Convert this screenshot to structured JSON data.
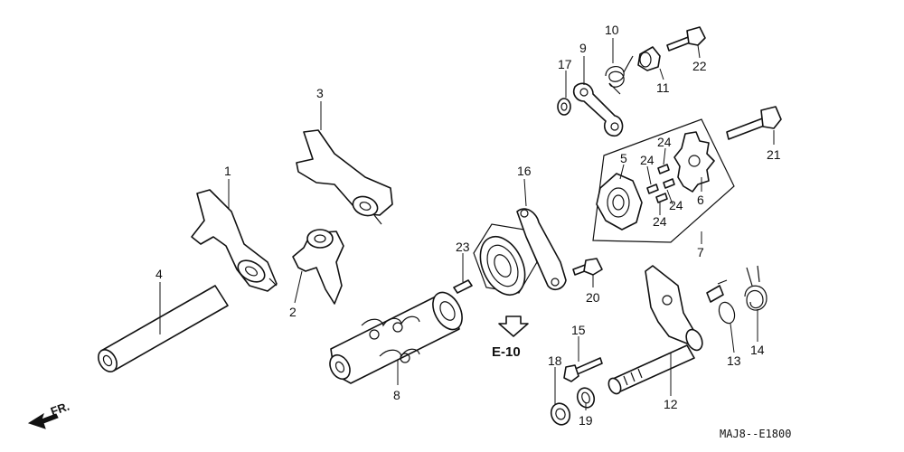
{
  "parts": [
    {
      "id": "part-1",
      "label": "1"
    },
    {
      "id": "part-2",
      "label": "2"
    },
    {
      "id": "part-3",
      "label": "3"
    },
    {
      "id": "part-4",
      "label": "4"
    },
    {
      "id": "part-5",
      "label": "5"
    },
    {
      "id": "part-6",
      "label": "6"
    },
    {
      "id": "part-7",
      "label": "7"
    },
    {
      "id": "part-8",
      "label": "8"
    },
    {
      "id": "part-9",
      "label": "9"
    },
    {
      "id": "part-10",
      "label": "10"
    },
    {
      "id": "part-11",
      "label": "11"
    },
    {
      "id": "part-12",
      "label": "12"
    },
    {
      "id": "part-13",
      "label": "13"
    },
    {
      "id": "part-14",
      "label": "14"
    },
    {
      "id": "part-15",
      "label": "15"
    },
    {
      "id": "part-16",
      "label": "16"
    },
    {
      "id": "part-17",
      "label": "17"
    },
    {
      "id": "part-18",
      "label": "18"
    },
    {
      "id": "part-19",
      "label": "19"
    },
    {
      "id": "part-20",
      "label": "20"
    },
    {
      "id": "part-21",
      "label": "21"
    },
    {
      "id": "part-22",
      "label": "22"
    },
    {
      "id": "part-23",
      "label": "23"
    },
    {
      "id": "part-24a",
      "label": "24"
    },
    {
      "id": "part-24b",
      "label": "24"
    },
    {
      "id": "part-24c",
      "label": "24"
    },
    {
      "id": "part-24d",
      "label": "24"
    }
  ],
  "reference": "E-10",
  "direction": "FR.",
  "diagram_code": "MAJ8--E1800"
}
